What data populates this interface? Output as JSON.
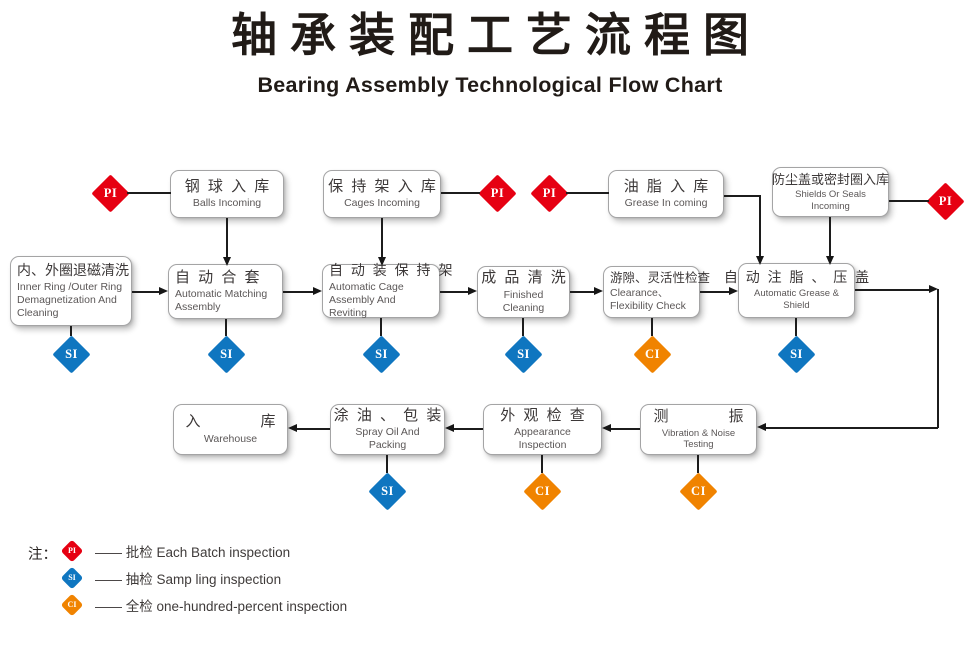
{
  "title": {
    "zh": "轴承装配工艺流程图",
    "en": "Bearing Assembly Technological Flow Chart"
  },
  "markers": {
    "pi": {
      "label": "PI",
      "color": "#e60012"
    },
    "si": {
      "label": "SI",
      "color": "#0f76c0"
    },
    "ci": {
      "label": "CI",
      "color": "#f08300"
    }
  },
  "nodes": {
    "balls": {
      "zh": "钢 球 入 库",
      "en": "Balls Incoming"
    },
    "cages": {
      "zh": "保 持 架 入 库",
      "en": "Cages Incoming"
    },
    "grease": {
      "zh": "油 脂 入 库",
      "en": "Grease In coming"
    },
    "shields": {
      "zh": "防尘盖或密封圈入库",
      "en": "Shields Or Seals Incoming"
    },
    "demag": {
      "zh": "内、外圈退磁清洗",
      "en": "Inner Ring /Outer Ring Demagnetization And Cleaning"
    },
    "matching": {
      "zh": "自 动 合 套",
      "en": "Automatic Matching Assembly"
    },
    "cage_assembly": {
      "zh": "自 动 装 保 持 架",
      "en": "Automatic Cage Assembly And Reviting"
    },
    "finished_cleaning": {
      "zh": "成 品 清 洗",
      "en": "Finished Cleaning"
    },
    "clearance": {
      "zh": "游隙、灵活性检查",
      "en": "Clearance、 Flexibility Check"
    },
    "grease_shield": {
      "zh": "自 动 注 脂 、 压 盖",
      "en": "Automatic Grease & Shield"
    },
    "warehouse": {
      "zh": "入　　　　库",
      "en": "Warehouse"
    },
    "spray": {
      "zh": "涂 油 、 包 装",
      "en": "Spray Oil And Packing"
    },
    "appearance": {
      "zh": "外 观 检 查",
      "en": "Appearance Inspection"
    },
    "vibration": {
      "zh": "测　　　　振",
      "en": "Vibration & Noise Testing"
    }
  },
  "legend": {
    "note_label": "注：",
    "items": [
      {
        "marker": "PI",
        "text": "—— 批检 Each Batch inspection"
      },
      {
        "marker": "SI",
        "text": "—— 抽检 Samp ling inspection"
      },
      {
        "marker": "CI",
        "text": "—— 全检 one-hundred-percent inspection"
      }
    ]
  }
}
